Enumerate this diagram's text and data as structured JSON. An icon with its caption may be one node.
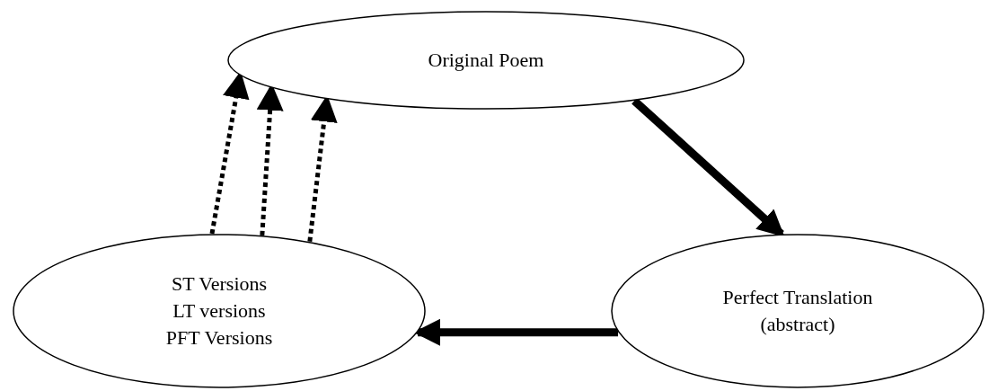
{
  "diagram": {
    "nodes": [
      {
        "text": [
          "Original Poem"
        ]
      },
      {
        "text": [
          "ST Versions",
          "LT versions",
          "PFT Versions"
        ]
      },
      {
        "text": [
          "Perfect Translation",
          "(abstract)"
        ]
      }
    ],
    "edges": [
      {
        "from": 0,
        "to": 2,
        "arrow": "to",
        "style": "thick"
      },
      {
        "from": 2,
        "to": 1,
        "arrow": "to",
        "style": "thick"
      },
      {
        "from": 1,
        "to": 0,
        "arrow": "to",
        "style": "dashed"
      },
      {
        "from": 1,
        "to": 0,
        "arrow": "to",
        "style": "dashed"
      },
      {
        "from": 1,
        "to": 0,
        "arrow": "to",
        "style": "dashed"
      }
    ]
  }
}
